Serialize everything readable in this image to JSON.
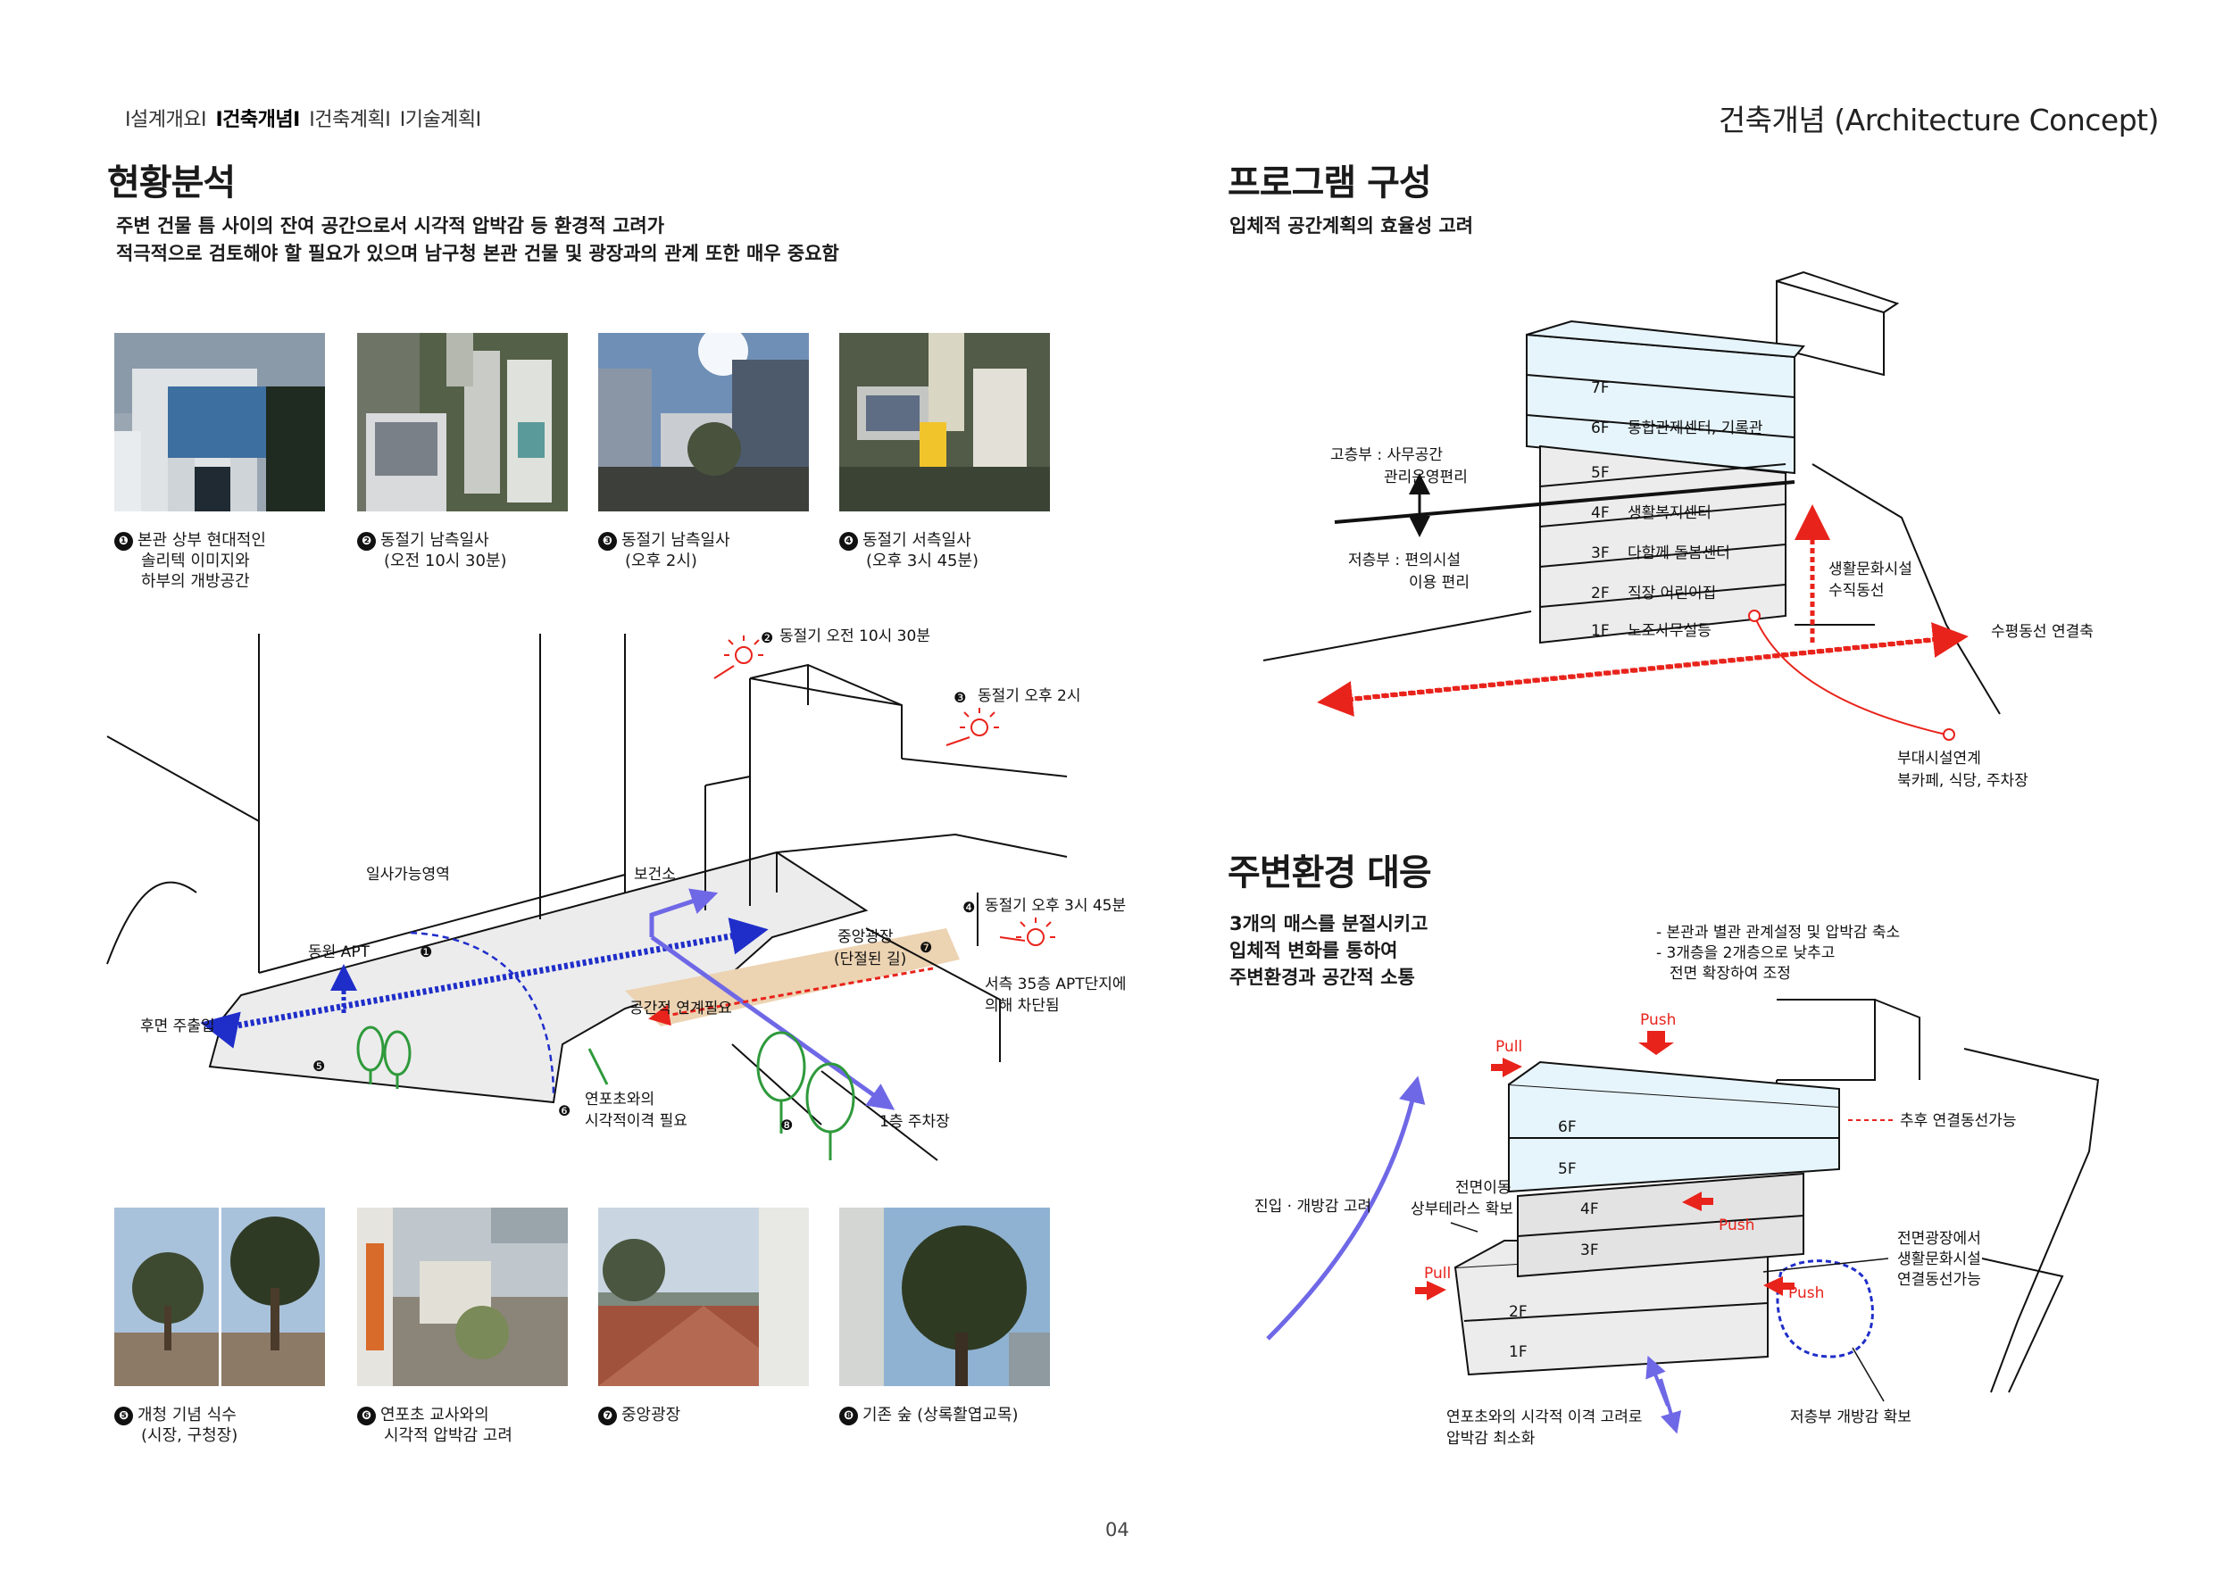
{
  "nav": {
    "items": [
      "I설계개요I",
      "I건축개념I",
      "I건축계획I",
      "I기술계획I"
    ],
    "active_index": 1
  },
  "page_title": "건축개념 (Architecture Concept)",
  "left": {
    "title": "현황분석",
    "desc_line1": "주변 건물 틈 사이의 잔여 공간으로서 시각적 압박감 등 환경적 고려가",
    "desc_line2": "적극적으로 검토해야 할 필요가 있으며 남구청 본관 건물 및 광장과의 관계 또한 매우 중요함",
    "top_photos": [
      {
        "num": "❶",
        "line1": "본관 상부 현대적인",
        "line2": "솔리텍 이미지와",
        "line3": "하부의 개방공간"
      },
      {
        "num": "❷",
        "line1": "동절기 남측일사",
        "line2": "(오전 10시 30분)",
        "line3": ""
      },
      {
        "num": "❸",
        "line1": "동절기 남측일사",
        "line2": "(오후 2시)",
        "line3": ""
      },
      {
        "num": "❹",
        "line1": "동절기 서측일사",
        "line2": "(오후 3시 45분)",
        "line3": ""
      }
    ],
    "bottom_photos": [
      {
        "num": "❺",
        "line1": "개청 기념 식수",
        "line2": "(시장, 구청장)"
      },
      {
        "num": "❻",
        "line1": "연포초 교사와의",
        "line2": "시각적 압박감 고려"
      },
      {
        "num": "❼",
        "line1": "중앙광장",
        "line2": ""
      },
      {
        "num": "❽",
        "line1": "기존 숲 (상록활엽교목)",
        "line2": ""
      }
    ],
    "site": {
      "sun1": "동절기 오전 10시 30분",
      "sun2": "동절기 오후 2시",
      "sun3": "동절기 오후 3시 45분",
      "sun3_note1": "서측 35층 APT단지에",
      "sun3_note2": "의해 차단됨",
      "sun_zone": "일사가능영역",
      "health": "보건소",
      "apt": "동원 APT",
      "rear_exit": "후면 주출입",
      "plaza1": "중앙광장",
      "plaza2": "(단절된 길)",
      "link_need": "공간적 연계필요",
      "school1": "연포초와의",
      "school2": "시각적이격 필요",
      "parking": "1층 주차장",
      "n1": "❶",
      "n2": "❷",
      "n3": "❸",
      "n4": "❹",
      "n5": "❺",
      "n6": "❻",
      "n7": "❼",
      "n8": "❽"
    }
  },
  "program": {
    "title": "프로그램 구성",
    "subtitle": "입체적 공간계획의 효율성 고려",
    "floors": [
      {
        "level": "7F",
        "name": ""
      },
      {
        "level": "6F",
        "name": "통합관제센터, 기록관"
      },
      {
        "level": "5F",
        "name": ""
      },
      {
        "level": "4F",
        "name": "생활복지센터"
      },
      {
        "level": "3F",
        "name": "다함께 돌봄센터"
      },
      {
        "level": "2F",
        "name": "직장 어린이집"
      },
      {
        "level": "1F",
        "name": "노조사무실등"
      }
    ],
    "upper1": "고층부 : 사무공간",
    "upper2": "관리운영편리",
    "lower1": "저층부 : 편의시설",
    "lower2": "이용 편리",
    "vertical1": "생활문화시설",
    "vertical2": "수직동선",
    "horizontal": "수평동선 연결축",
    "annex1": "부대시설연계",
    "annex2": "북카페, 식당, 주차장"
  },
  "response": {
    "title": "주변환경 대응",
    "desc1": "3개의 매스를 분절시키고",
    "desc2": "입체적 변화를 통하여",
    "desc3": "주변환경과 공간적 소통",
    "note1": "- 본관과 별관 관계설정 및 압박감 축소",
    "note2": "- 3개층을 2개층으로 낮추고",
    "note3": "전면 확장하여 조정",
    "push": "Push",
    "pull": "Pull",
    "future": "추후 연결동선가능",
    "entry": "진입 · 개방감 고려",
    "terrace1": "전면이동",
    "terrace2": "상부테라스 확보",
    "plaza1": "전면광장에서",
    "plaza2": "생활문화시설",
    "plaza3": "연결동선가능",
    "school1": "연포초와의 시각적 이격 고려로",
    "school2": "압박감 최소화",
    "open": "저층부 개방감 확보",
    "floors": [
      "6F",
      "5F",
      "4F",
      "3F",
      "2F",
      "1F"
    ]
  },
  "page_number": "04",
  "colors": {
    "red": "#e8231b",
    "blue": "#1f2ec9",
    "violet": "#6f68e6",
    "green": "#2f9a3c",
    "tan": "#ecd3b2",
    "glass": "#e6f5fb",
    "gray": "#ececec"
  }
}
